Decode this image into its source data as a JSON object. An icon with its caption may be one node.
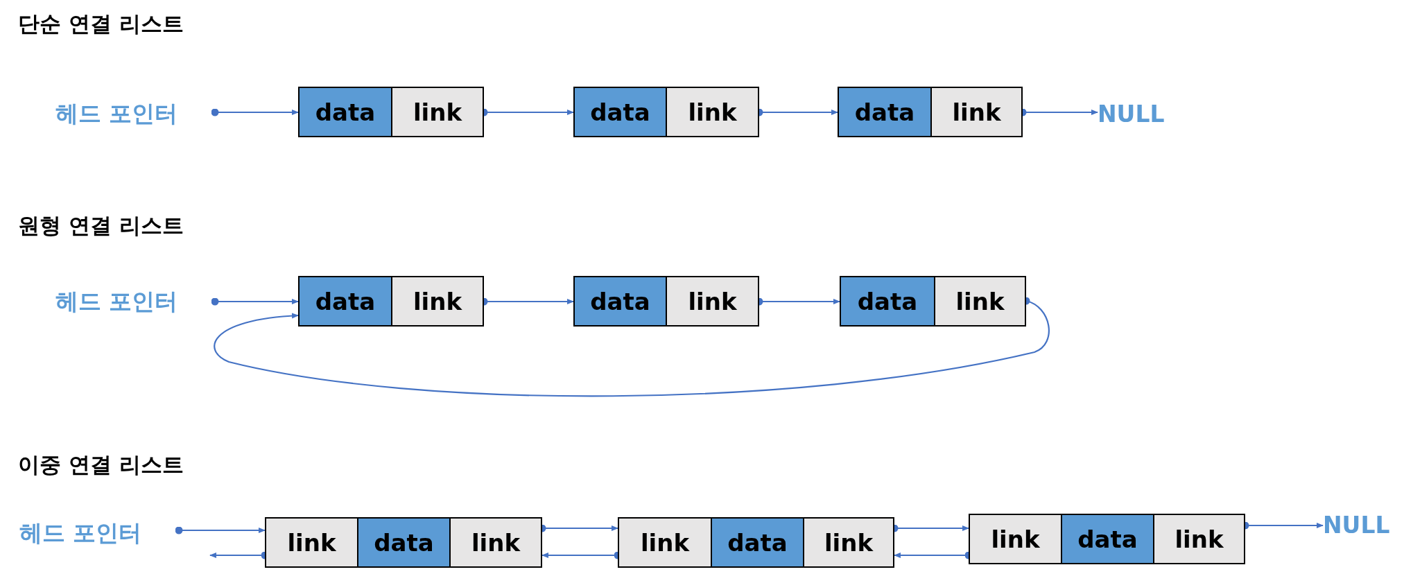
{
  "diagram": {
    "nodes": [
      {
        "text": [
          "헤드 포인터"
        ]
      },
      {
        "text": [
          "data"
        ]
      },
      {
        "text": [
          "link"
        ]
      },
      {
        "text": [
          "data"
        ]
      },
      {
        "text": [
          "link"
        ]
      },
      {
        "text": [
          "data"
        ]
      },
      {
        "text": [
          "link"
        ]
      },
      {
        "text": [
          "NULL"
        ]
      },
      {
        "text": [
          "헤드 포인터"
        ]
      },
      {
        "text": [
          "data"
        ]
      },
      {
        "text": [
          "link"
        ]
      },
      {
        "text": [
          "data"
        ]
      },
      {
        "text": [
          "link"
        ]
      },
      {
        "text": [
          "data"
        ]
      },
      {
        "text": [
          "link"
        ]
      },
      {
        "text": [
          "헤드 포인터"
        ]
      },
      {
        "text": [
          "link"
        ]
      },
      {
        "text": [
          "data"
        ]
      },
      {
        "text": [
          "link"
        ]
      },
      {
        "text": [
          "link"
        ]
      },
      {
        "text": [
          "data"
        ]
      },
      {
        "text": [
          "link"
        ]
      },
      {
        "text": [
          "link"
        ]
      },
      {
        "text": [
          "data"
        ]
      },
      {
        "text": [
          "link"
        ]
      },
      {
        "text": [
          "NULL"
        ]
      }
    ],
    "edges": [
      {
        "from": 0,
        "to": 1,
        "arrow": "to"
      },
      {
        "from": 2,
        "to": 3,
        "arrow": "to"
      },
      {
        "from": 4,
        "to": 5,
        "arrow": "to"
      },
      {
        "from": 6,
        "to": 7,
        "arrow": "to"
      },
      {
        "from": 8,
        "to": 9,
        "arrow": "to"
      },
      {
        "from": 10,
        "to": 11,
        "arrow": "to"
      },
      {
        "from": 12,
        "to": 13,
        "arrow": "to"
      },
      {
        "from": 14,
        "to": 9,
        "arrow": "to"
      },
      {
        "from": 15,
        "to": 16,
        "arrow": "to"
      },
      {
        "from": 16,
        "to": null,
        "arrow": "to"
      },
      {
        "from": 18,
        "to": 19,
        "arrow": "to"
      },
      {
        "from": 19,
        "to": 18,
        "arrow": "to"
      },
      {
        "from": 21,
        "to": 22,
        "arrow": "to"
      },
      {
        "from": 22,
        "to": 21,
        "arrow": "to"
      },
      {
        "from": 24,
        "to": 25,
        "arrow": "to"
      }
    ],
    "labels": [
      "단순 연결 리스트",
      "원형 연결 리스트",
      "이중 연결 리스트"
    ]
  }
}
